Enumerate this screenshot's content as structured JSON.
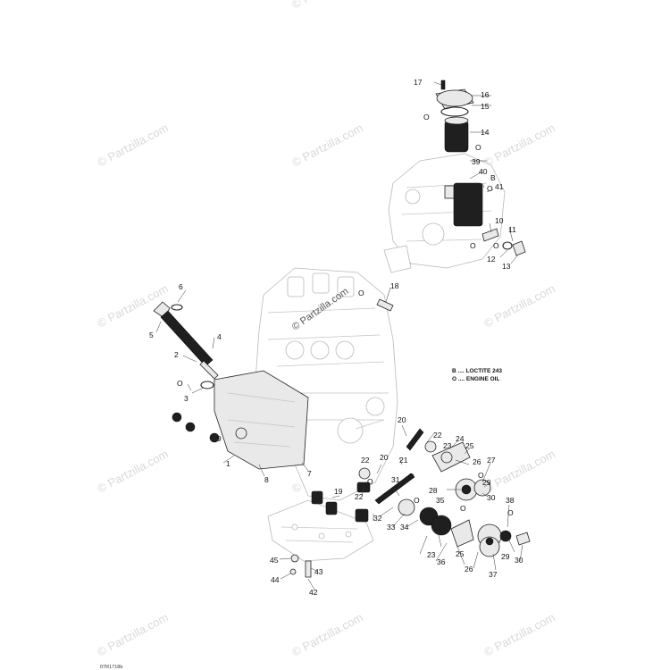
{
  "watermarks": [
    "© Partzilla.com",
    "© Partzilla.com",
    "© Partzilla.com",
    "© Partzilla.com",
    "© Partzilla.com",
    "© Partzilla.com",
    "© Partzilla.com",
    "© Partzilla.com",
    "© Partzilla.com",
    "© Partzilla.com",
    "© Partzilla.com",
    "© Partzilla.com"
  ],
  "center_watermark": "© Partzilla.com",
  "legend": {
    "line1": "B .... LOCTITE 243",
    "line2": "O .... ENGINE OIL"
  },
  "reference_code": "07R1718b",
  "callouts": {
    "c1": "1",
    "c2": "2",
    "c3": "3",
    "c4": "4",
    "c5": "5",
    "c6": "6",
    "c7": "7",
    "c8": "8",
    "c9": "9",
    "c10": "10",
    "c11": "11",
    "c12": "12",
    "c13": "13",
    "c14": "14",
    "c15": "15",
    "c16": "16",
    "c17": "17",
    "c18": "18",
    "c19": "19",
    "c20a": "20",
    "c20b": "20",
    "c21": "21",
    "c22a": "22",
    "c22b": "22",
    "c22c": "22",
    "c23a": "23",
    "c23b": "23",
    "c24": "24",
    "c25a": "25",
    "c25b": "25",
    "c26a": "26",
    "c26b": "26",
    "c27": "27",
    "c28": "28",
    "c29a": "29",
    "c29b": "29",
    "c30a": "30",
    "c30b": "30",
    "c31": "31",
    "c32": "32",
    "c33": "33",
    "c34": "34",
    "c35": "35",
    "c36": "36",
    "c37": "37",
    "c38": "38",
    "c39": "39",
    "c40": "40",
    "c41": "41",
    "c42": "42",
    "c43": "43",
    "c44": "44",
    "c45": "45"
  },
  "symbols": {
    "o3": "O",
    "o15": "O",
    "o14": "O",
    "o40": "B",
    "o41": "O",
    "o10": "O",
    "o11": "O",
    "o18": "O",
    "o31": "O",
    "o22": "O",
    "o27": "O",
    "o38": "O",
    "o26": "O",
    "o23": "O"
  }
}
